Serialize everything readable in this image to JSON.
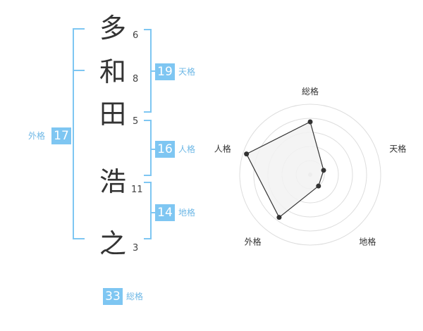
{
  "name_chars": [
    {
      "char": "多",
      "strokes": "6"
    },
    {
      "char": "和",
      "strokes": "8"
    },
    {
      "char": "田",
      "strokes": "5"
    },
    {
      "char": "浩",
      "strokes": "11"
    },
    {
      "char": "之",
      "strokes": "3"
    }
  ],
  "fortunes": {
    "tenkaku": {
      "value": "19",
      "label": "天格"
    },
    "jinkaku": {
      "value": "16",
      "label": "人格"
    },
    "chikaku": {
      "value": "14",
      "label": "地格"
    },
    "gaikaku": {
      "value": "17",
      "label": "外格"
    },
    "soukaku": {
      "value": "33",
      "label": "総格"
    }
  },
  "colors": {
    "accent": "#7ec6f2",
    "bracket": "#7ec6f2",
    "text": "#333333",
    "radar_ring": "#dddddd",
    "radar_fill": "#f2f2f2",
    "radar_line": "#333333"
  },
  "chart_data": {
    "type": "radar",
    "axes": [
      "総格",
      "天格",
      "地格",
      "外格",
      "人格"
    ],
    "values": [
      0.75,
      0.2,
      0.2,
      0.75,
      0.95
    ],
    "rings": 5,
    "range": [
      0,
      1
    ]
  }
}
